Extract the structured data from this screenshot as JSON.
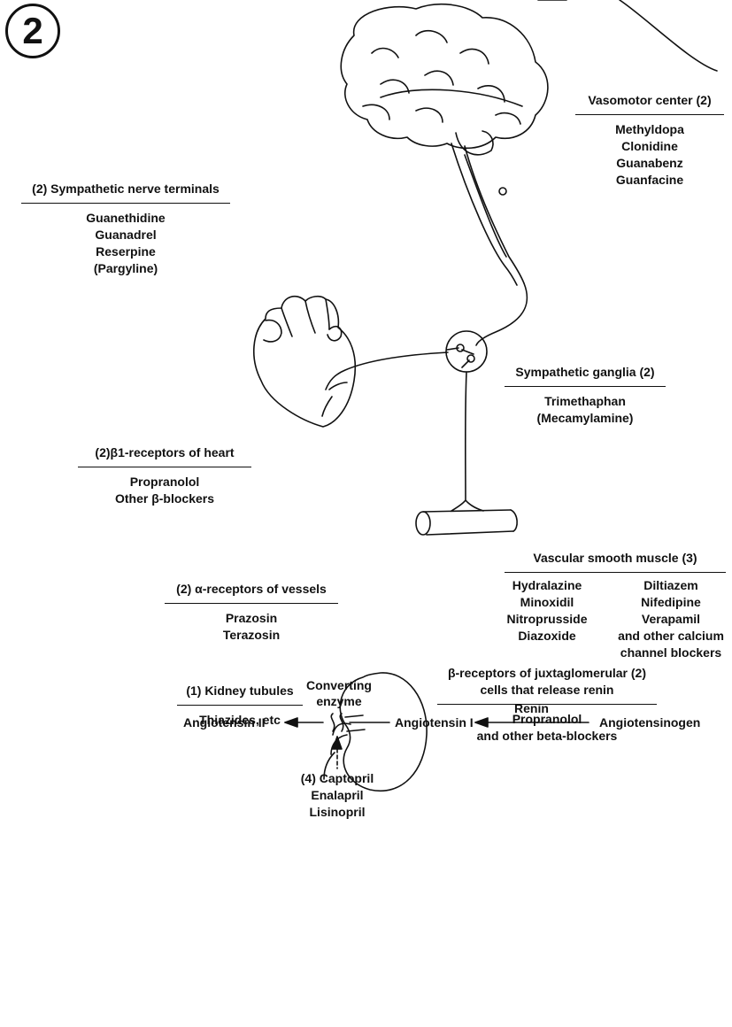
{
  "badge": "2",
  "vasomotor": {
    "title": "Vasomotor center (2)",
    "drugs": [
      "Methyldopa",
      "Clonidine",
      "Guanabenz",
      "Guanfacine"
    ]
  },
  "sympathetic_nerve": {
    "title": "(2) Sympathetic nerve terminals",
    "drugs": [
      "Guanethidine",
      "Guanadrel",
      "Reserpine",
      "(Pargyline)"
    ]
  },
  "ganglia": {
    "title": "Sympathetic ganglia (2)",
    "drugs": [
      "Trimethaphan",
      "(Mecamylamine)"
    ]
  },
  "beta1_heart": {
    "title": "(2)β1-receptors of heart",
    "drugs": [
      "Propranolol",
      "Other β-blockers"
    ]
  },
  "vascular": {
    "title": "Vascular smooth muscle (3)",
    "left": [
      "Hydralazine",
      "Minoxidil",
      "Nitroprusside",
      "Diazoxide"
    ],
    "right": [
      "Diltiazem",
      "Nifedipine",
      "Verapamil",
      "and other calcium",
      "channel blockers"
    ]
  },
  "alpha_vessels": {
    "title": "(2) α-receptors of vessels",
    "drugs": [
      "Prazosin",
      "Terazosin"
    ]
  },
  "kidney": {
    "title": "(1) Kidney tubules",
    "drugs": [
      "Thiazides, etc"
    ]
  },
  "juxtaglomerular": {
    "title_line1": "β-receptors of juxtaglomerular (2)",
    "title_line2": "cells that release renin",
    "drugs": [
      "Propranolol",
      "and other beta-blockers"
    ]
  },
  "raas": {
    "converting_line1": "Converting",
    "converting_line2": "enzyme",
    "renin": "Renin",
    "angiotensin_ii": "Angiotensin II",
    "angiotensin_i": "Angiotensin I",
    "angiotensinogen": "Angiotensinogen",
    "ace_inhibitors": [
      "(4) Captopril",
      "Enalapril",
      "Lisinopril"
    ]
  }
}
